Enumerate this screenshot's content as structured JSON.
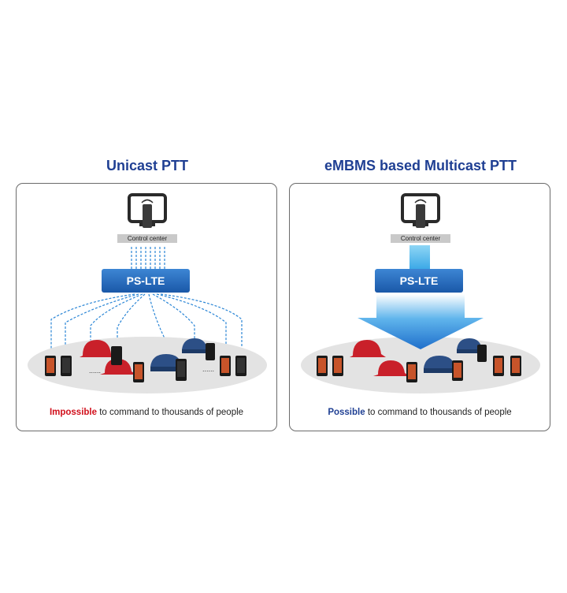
{
  "left": {
    "title": "Unicast PTT",
    "control_center": "Control center",
    "network": "PS-LTE",
    "caption_emph": "Impossible",
    "caption_rest": " to command to thousands of people",
    "dots": "......"
  },
  "right": {
    "title": "eMBMS based Multicast PTT",
    "control_center": "Control center",
    "network": "PS-LTE",
    "caption_emph": "Possible",
    "caption_rest": " to command to thousands of people"
  },
  "colors": {
    "title": "#1f3f93",
    "impossible": "#d10f1b",
    "possible": "#1f3f93",
    "arrow": "#2b86d6",
    "helmet": "#c9202a",
    "police_cap": "#2c4f86"
  }
}
